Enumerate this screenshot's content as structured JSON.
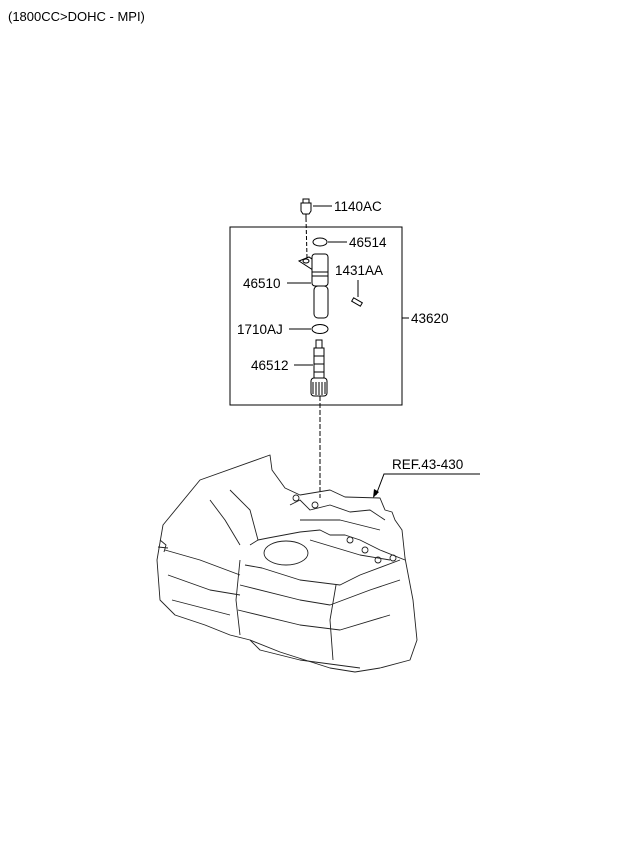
{
  "title": "(1800CC>DOHC - MPI)",
  "parts": {
    "p1140AC": "1140AC",
    "p46514": "46514",
    "p1431AA": "1431AA",
    "p46510": "46510",
    "p43620": "43620",
    "p1710AJ": "1710AJ",
    "p46512": "46512"
  },
  "reference": "REF.43-430"
}
